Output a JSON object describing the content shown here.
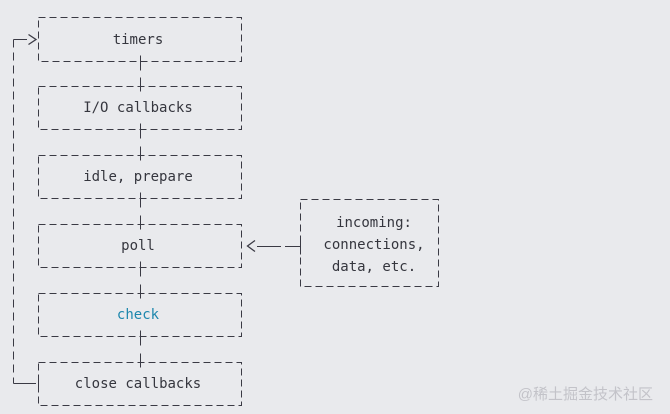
{
  "colors": {
    "background": "#e9eaed",
    "line": "#3a3a44",
    "text": "#35363e",
    "highlight": "#1d87ad",
    "watermark": "#c3c3c9"
  },
  "diagram": {
    "phases": [
      {
        "id": "timers",
        "label": "timers"
      },
      {
        "id": "io-callbacks",
        "label": "I/O callbacks"
      },
      {
        "id": "idle-prepare",
        "label": "idle, prepare"
      },
      {
        "id": "poll",
        "label": "poll"
      },
      {
        "id": "check",
        "label": "check",
        "highlighted": true
      },
      {
        "id": "close-callbacks",
        "label": "close callbacks"
      }
    ],
    "side_box": {
      "line1": "incoming:",
      "line2": "connections,",
      "line3": "data, etc."
    }
  },
  "watermark": {
    "text": "@稀土掘金技术社区"
  }
}
